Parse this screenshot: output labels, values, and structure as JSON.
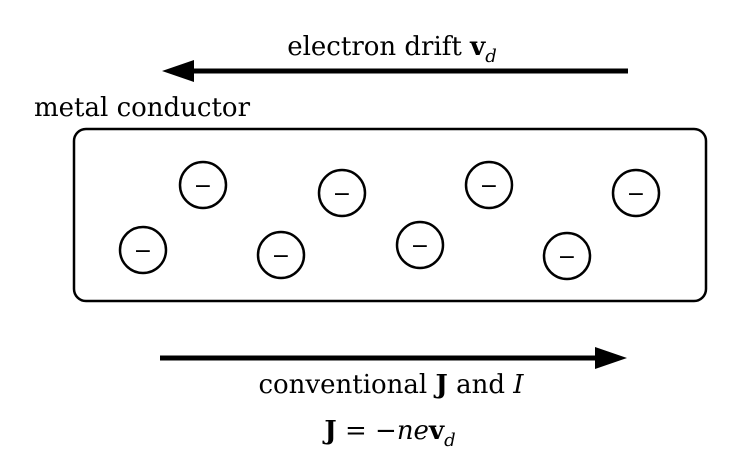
{
  "diagram": {
    "top_arrow": {
      "text": "electron drift ",
      "symbol": "v",
      "subscript": "d"
    },
    "conductor_label": "metal conductor",
    "electron_symbol": "−",
    "electron_count": 8,
    "bottom_arrow": {
      "text_part1": "conventional ",
      "symbol_J": "J",
      "text_part2": " and ",
      "symbol_I": "I"
    },
    "equation": {
      "lhs": "J",
      "eq": " = −",
      "ne": "ne",
      "v": "v",
      "subscript": "d"
    },
    "colors": {
      "stroke": "#000000",
      "background": "#ffffff"
    }
  }
}
